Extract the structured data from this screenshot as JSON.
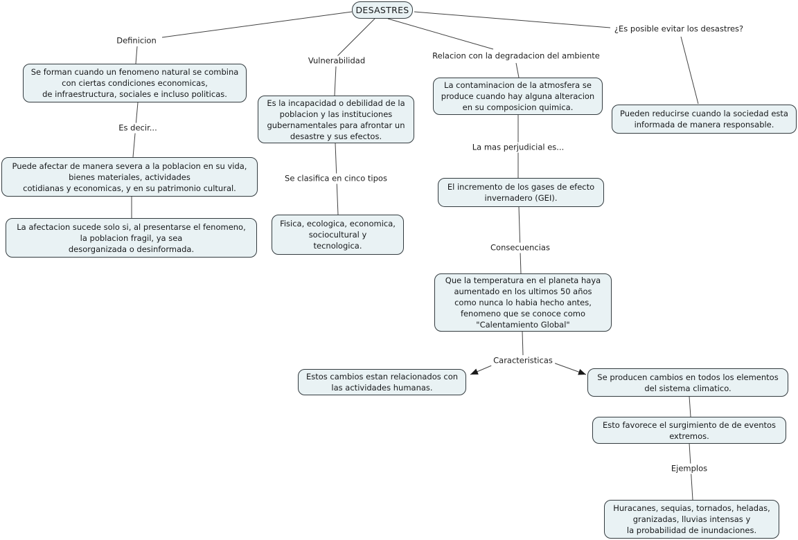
{
  "diagram": {
    "root": {
      "label": "DESASTRES"
    },
    "linking_phrases": {
      "definicion": "Definicion",
      "es_decir": "Es decir...",
      "vulnerabilidad": "Vulnerabilidad",
      "se_clasifica": "Se clasifica en cinco tipos",
      "relacion": "Relacion con la degradacion del ambiente",
      "mas_perjudicial": "La mas perjudicial es...",
      "consecuencias": "Consecuencias",
      "caracteristicas": "Caracteristicas",
      "es_posible": "¿Es posible evitar los desastres?",
      "ejemplos": "Ejemplos"
    },
    "concepts": {
      "definition": "Se forman cuando un fenomeno natural se combina\ncon ciertas condiciones economicas,\nde infraestructura, sociales e incluso politicas.",
      "affects": "Puede afectar de manera severa a la poblacion en su vida,\nbienes materiales, actividades\ncotidianas y economicas, y en su patrimonio cultural.",
      "condition": "La afectacion sucede solo si, al presentarse el fenomeno,\nla poblacion fragil, ya sea\ndesorganizada o desinformada.",
      "vulnerability_def": "Es la incapacidad o debilidad de la\npoblacion y las instituciones\ngubernamentales para afrontar un\ndesastre y sus efectos.",
      "types": "Fisica, ecologica, economica,\nsociocultural y\ntecnologica.",
      "pollution": "La contaminacion de la atmosfera se\nproduce cuando hay alguna alteracion\nen su composicion quimica.",
      "gei": "El incremento de los gases de efecto\ninvernadero (GEI).",
      "warming": "Que la temperatura en el planeta haya\naumentado en los ultimos 50 años\ncomo nunca lo habia hecho antes,\nfenomeno que se conoce como\n\"Calentamiento Global\"",
      "human_activities": "Estos cambios estan relacionados con\nlas actividades humanas.",
      "climate_changes": "Se producen cambios en todos los elementos\ndel sistema climatico.",
      "extreme_events": "Esto favorece el surgimiento de de eventos\nextremos.",
      "examples_list": "Huracanes, sequias, tornados, heladas,\ngranizadas, lluvias intensas y\nla probabilidad de inundaciones.",
      "prevention": "Pueden reducirse cuando la sociedad esta\ninformada de manera responsable."
    },
    "colors": {
      "node_fill": "#e9f2f4",
      "node_border": "#323a3e",
      "line": "#404040",
      "background": "#ffffff"
    }
  }
}
